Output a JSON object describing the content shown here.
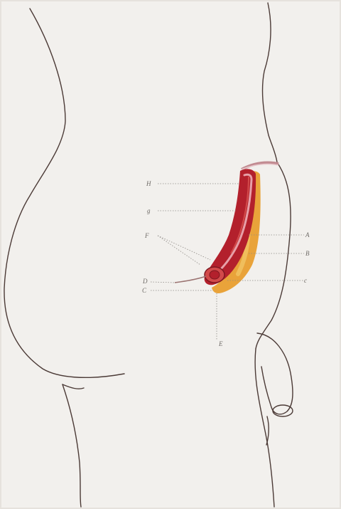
{
  "figure": {
    "labels": {
      "H": "H",
      "g": "g",
      "F": "F",
      "A": "A",
      "B": "B",
      "D": "D",
      "C_left": "C",
      "C_right": "c",
      "E": "E"
    },
    "colors": {
      "paper": "#f2f0ed",
      "paper_edge": "#e6e2dd",
      "outline": "#4b3a36",
      "deep_red": "#b3202c",
      "red_mid": "#d24a4a",
      "pink": "#e7a0a8",
      "orange": "#e9a33a",
      "orange_light": "#f0be5c",
      "label_grey": "#6e6a66"
    }
  }
}
